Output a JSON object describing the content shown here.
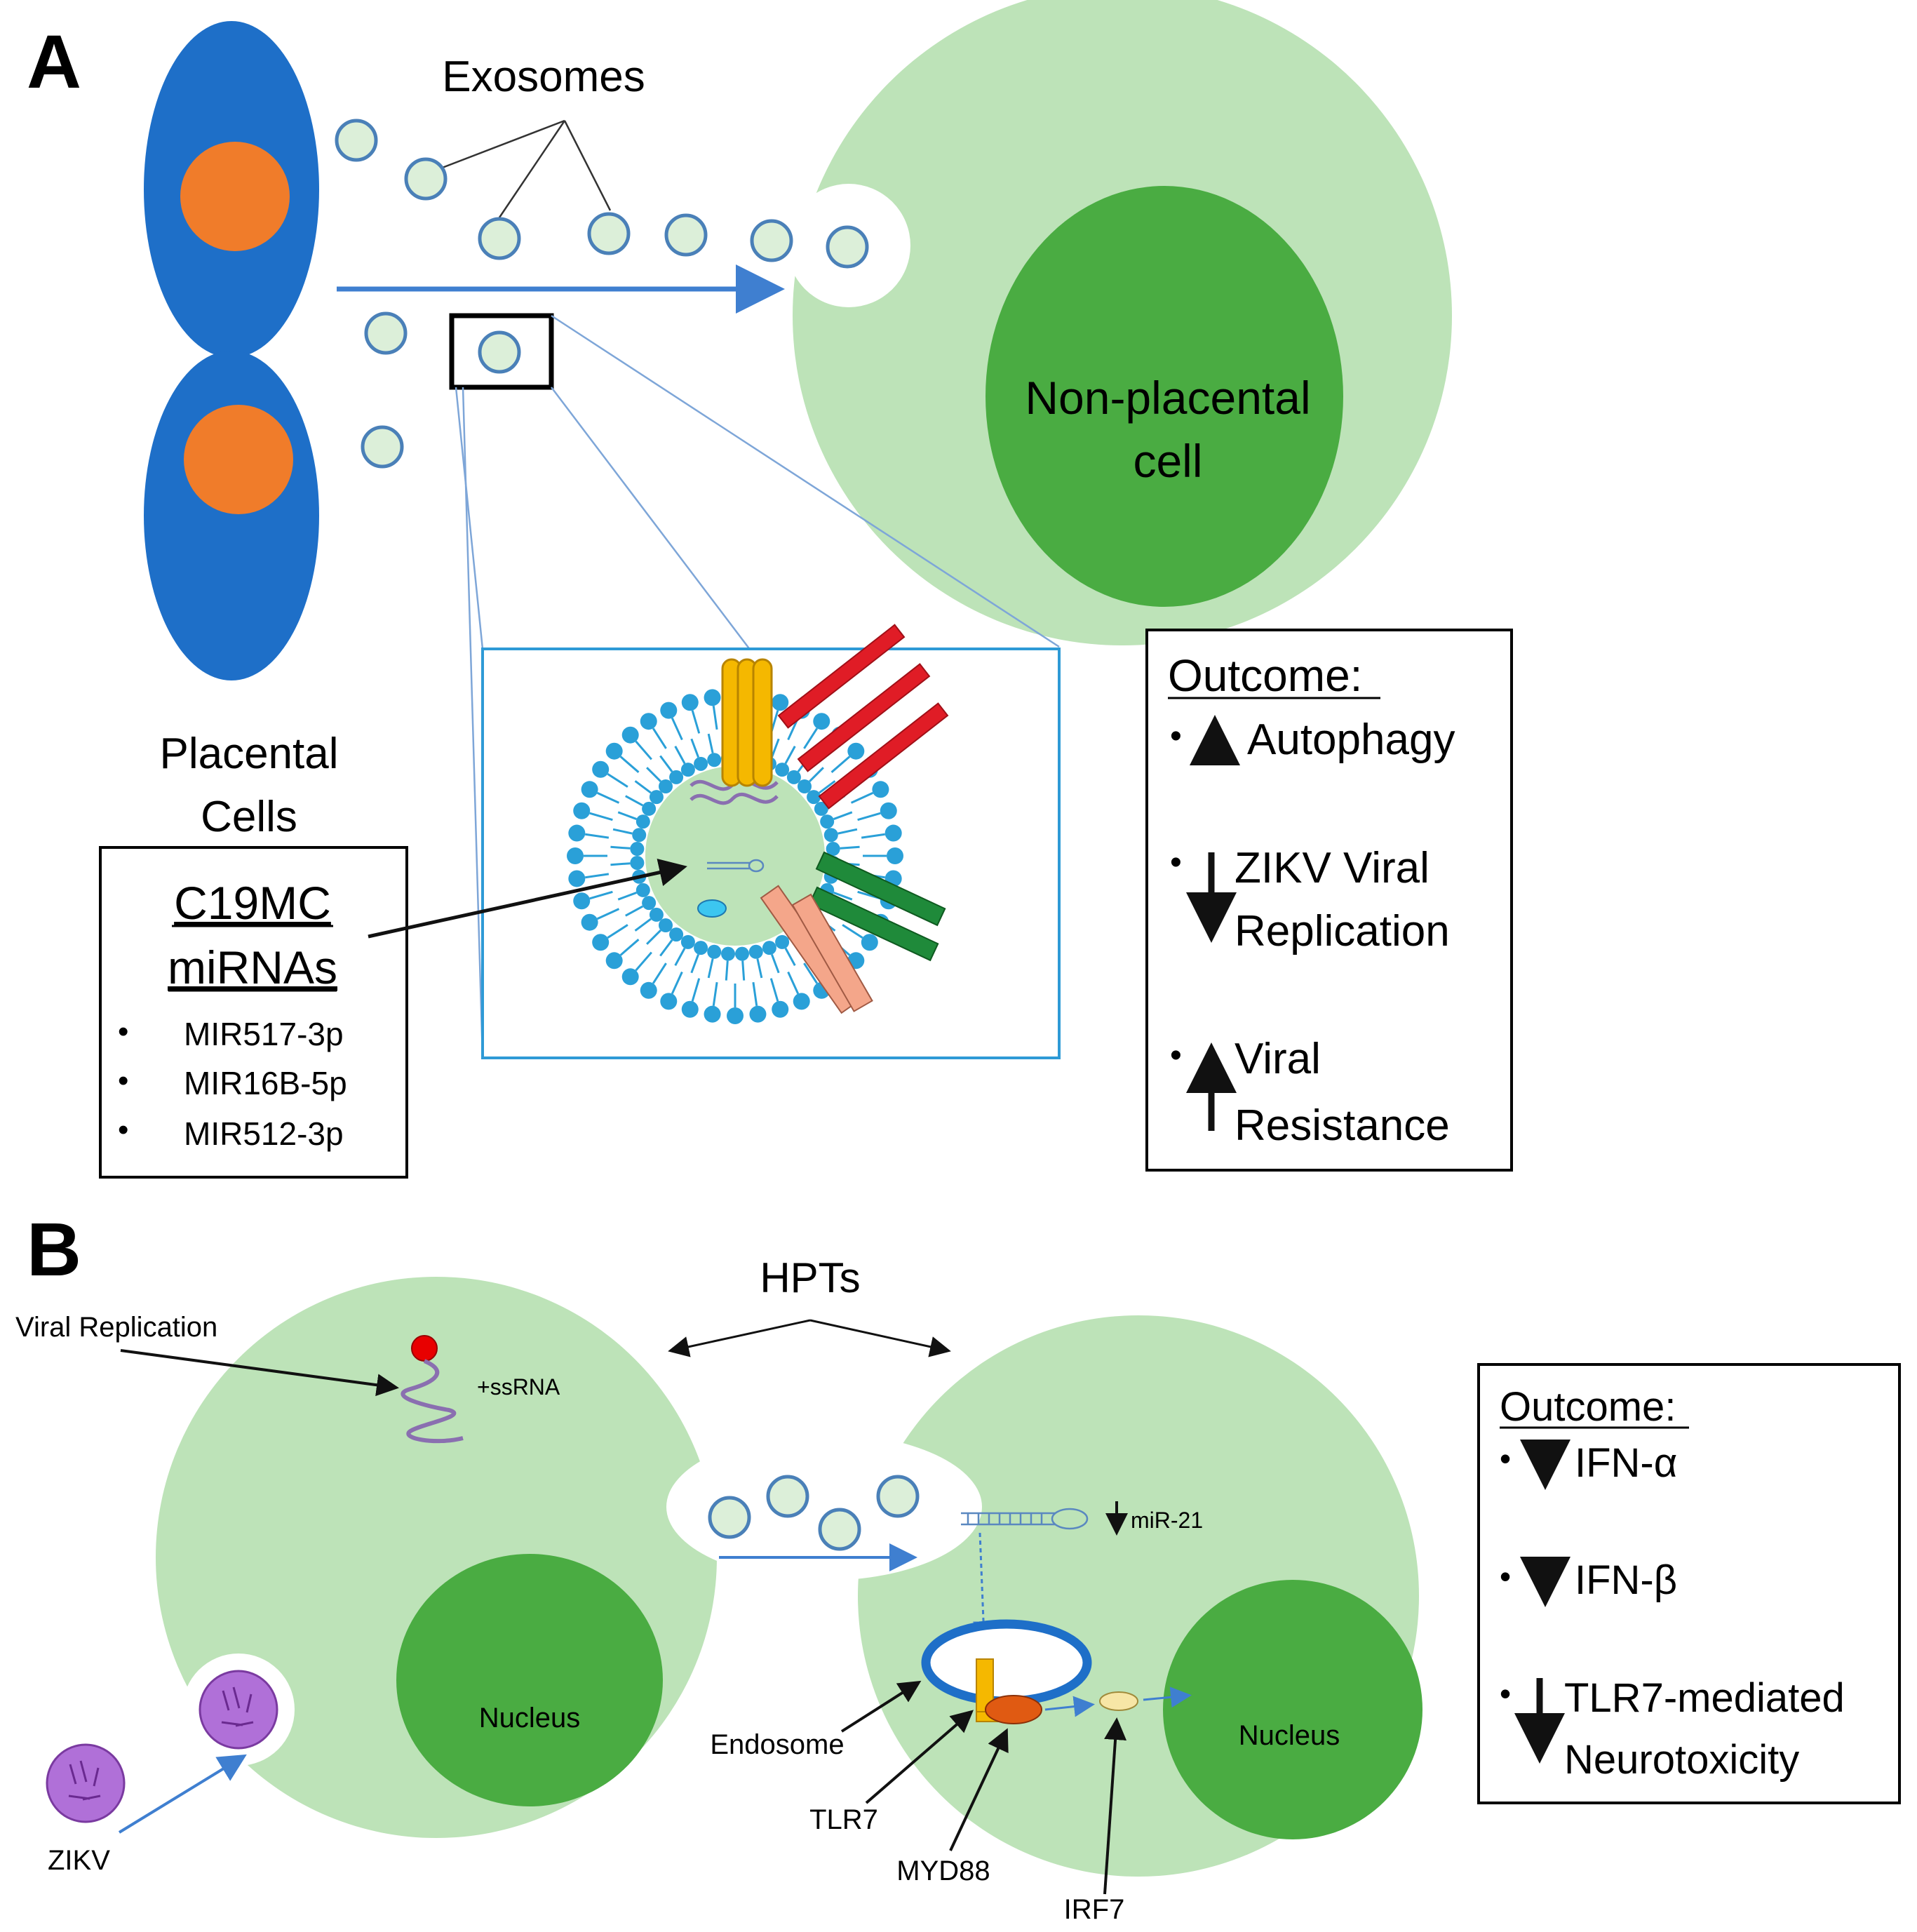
{
  "panel_a": {
    "label": "A",
    "exosomes_label": "Exosomes",
    "nonplacental_line1": "Non-placental",
    "nonplacental_line2": "cell",
    "placental_line1": "Placental",
    "placental_line2": "Cells",
    "mirna_box": {
      "title_line1": "C19MC",
      "title_line2": "miRNAs",
      "items": [
        "MIR517-3p",
        "MIR16B-5p",
        "MIR512-3p"
      ]
    },
    "outcome": {
      "title": "Outcome:",
      "item1": "Autophagy",
      "item2_line1": "ZIKV Viral",
      "item2_line2": "Replication",
      "item3_line1": "Viral",
      "item3_line2": "Resistance"
    }
  },
  "panel_b": {
    "label": "B",
    "hpts_label": "HPTs",
    "viral_replication_label": "Viral Replication",
    "ssrna_label": "+ssRNA",
    "nucleus_left": "Nucleus",
    "nucleus_right": "Nucleus",
    "zikv_label": "ZIKV",
    "mir21_label": "miR-21",
    "endosome_label": "Endosome",
    "tlr7_label": "TLR7",
    "myd88_label": "MYD88",
    "irf7_label": "IRF7",
    "outcome": {
      "title": "Outcome:",
      "item1": "IFN-α",
      "item2": "IFN-β",
      "item3_line1": "TLR7-mediated",
      "item3_line2": "Neurotoxicity"
    }
  },
  "colors": {
    "placental_cell": "#1e6fc8",
    "placental_nucleus": "#f07c2a",
    "cell_light_green": "#bde3b8",
    "nucleus_dark_green": "#4aac42",
    "exosome_fill": "#dcefd9",
    "exosome_stroke": "#4a80b8",
    "arrow_blue": "#3f7fd0",
    "lipid_blue": "#2aa0d8",
    "zikv_purple": "#b070d8"
  }
}
